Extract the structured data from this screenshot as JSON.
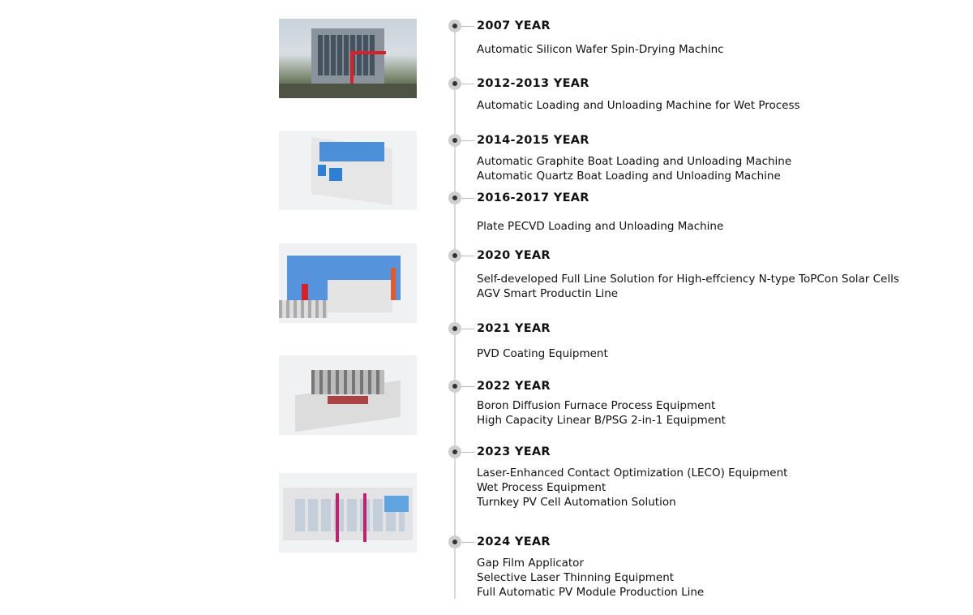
{
  "timeline": [
    {
      "year": "2007 YEAR",
      "items": [
        "Automatic Silicon Wafer Spin-Drying Machinc"
      ]
    },
    {
      "year": "2012-2013 YEAR",
      "items": [
        "Automatic Loading and Unloading Machine for Wet Process"
      ]
    },
    {
      "year": "2014-2015 YEAR",
      "items": [
        "Automatic Graphite Boat Loading and Unloading Machine",
        "Automatic Quartz Boat Loading and Unloading Machine"
      ]
    },
    {
      "year": "2016-2017 YEAR",
      "items": [
        "Plate PECVD Loading and Unloading Machine"
      ]
    },
    {
      "year": "2020 YEAR",
      "items": [
        "Self-developed Full Line Solution for High-effciency N-type ToPCon Solar Cells",
        "AGV Smart Productin Line"
      ]
    },
    {
      "year": "2021 YEAR",
      "items": [
        "PVD Coating Equipment"
      ]
    },
    {
      "year": "2022 YEAR",
      "items": [
        "Boron Diffusion Furnace Process Equipment",
        "High Capacity Linear B/PSG 2-in-1 Equipment"
      ]
    },
    {
      "year": "2023 YEAR",
      "items": [
        "Laser-Enhanced Contact Optimization (LECO) Equipment",
        "Wet Process Equipment",
        "Turnkey PV Cell Automation Solution"
      ]
    },
    {
      "year": "2024 YEAR",
      "items": [
        "Gap Film Applicator",
        "Selective Laser Thinning Equipment",
        "Full Automatic PV Module Production Line"
      ]
    }
  ],
  "images": [
    "factory-building-photo",
    "boat-loading-machine-render",
    "full-line-solution-render",
    "pvd-coating-equipment-render",
    "wet-process-equipment-render"
  ],
  "colors": {
    "line": "#d9d9d9",
    "dot": "#333333",
    "accent_red": "#d8202a",
    "accent_blue": "#2f7fd6",
    "accent_magenta": "#c0206e"
  }
}
